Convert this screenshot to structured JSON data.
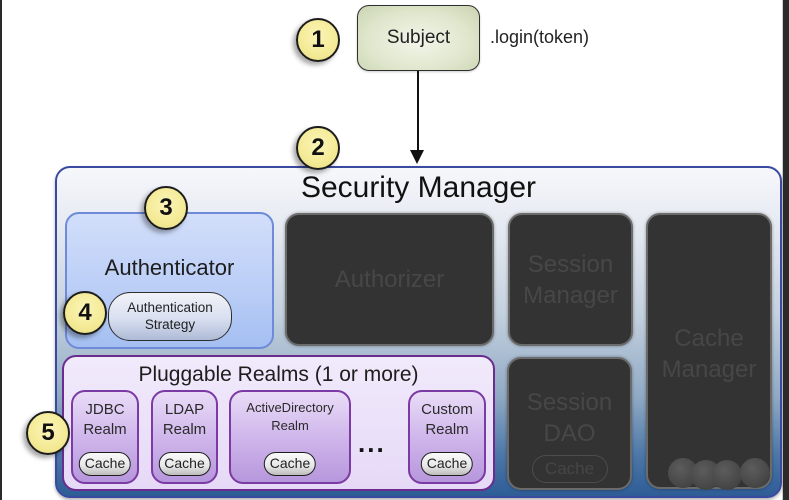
{
  "diagram": {
    "subject": {
      "label": "Subject",
      "call": ".login(token)"
    },
    "security_manager": {
      "title": "Security Manager"
    },
    "authenticator": {
      "label": "Authenticator",
      "strategy_line1": "Authentication",
      "strategy_line2": "Strategy"
    },
    "authorizer": {
      "label": "Authorizer"
    },
    "session_manager": {
      "line1": "Session",
      "line2": "Manager"
    },
    "cache_manager": {
      "line1": "Cache",
      "line2": "Manager"
    },
    "session_dao": {
      "line1": "Session",
      "line2": "DAO",
      "cache": "Cache"
    },
    "pluggable_realms": {
      "title": "Pluggable Realms (1 or more)",
      "realms": [
        {
          "line1": "JDBC",
          "line2": "Realm",
          "cache": "Cache"
        },
        {
          "line1": "LDAP",
          "line2": "Realm",
          "cache": "Cache"
        },
        {
          "line1": "ActiveDirectory",
          "line2": "Realm",
          "cache": "Cache"
        },
        {
          "line1": "Custom",
          "line2": "Realm",
          "cache": "Cache"
        }
      ],
      "ellipsis": "..."
    },
    "step_markers": [
      "1",
      "2",
      "3",
      "4",
      "5"
    ],
    "colors": {
      "subject_fill": "#dfe6cc",
      "security_manager_border": "#3a4aa0",
      "authenticator_fill": "#b9cdf6",
      "inactive_box_fill": "#333333",
      "realms_border": "#6a2c8f",
      "realms_fill": "#e6d9f7",
      "marker_fill": "#f4ea96"
    }
  }
}
